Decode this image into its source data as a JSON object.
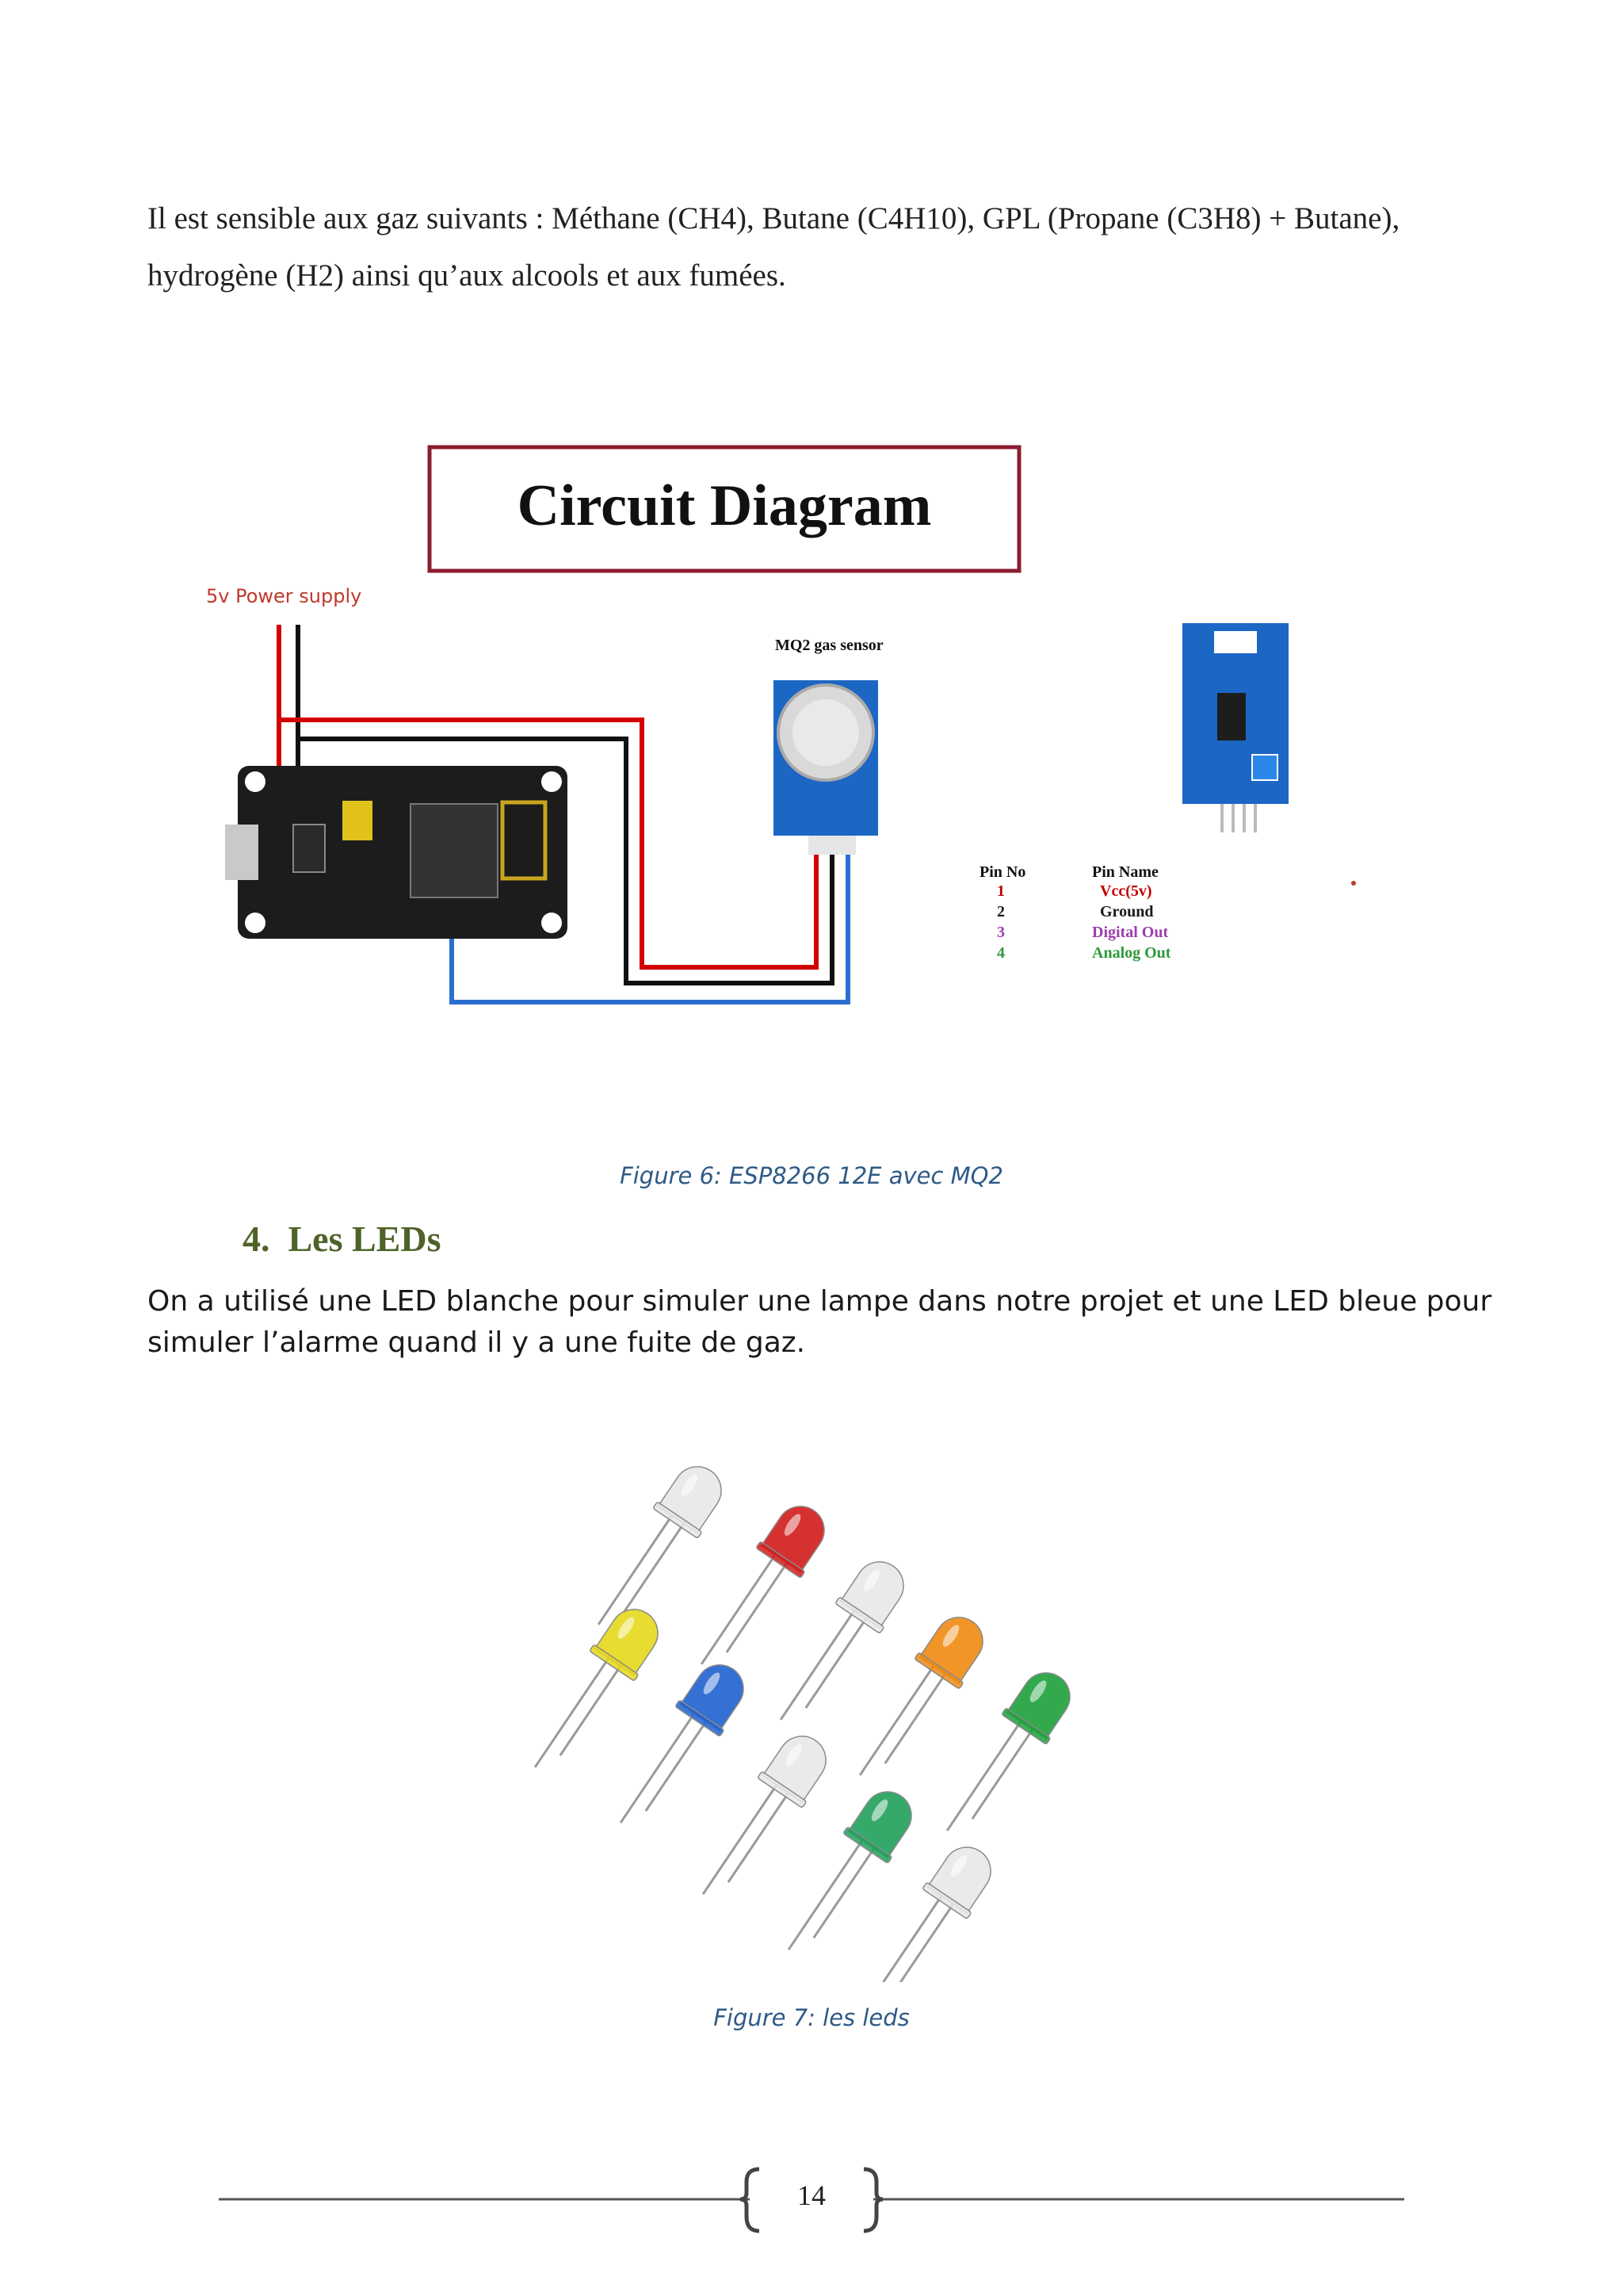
{
  "intro": {
    "line1": "Il est sensible aux gaz suivants : Méthane (CH4), Butane (C4H10), GPL (Propane (C3H8) + Butane),",
    "line2": "hydrogène (H2) ainsi qu’aux alcools et aux fumées."
  },
  "figure6": {
    "title": "Circuit Diagram",
    "power_label": "5v Power supply",
    "sensor_label": "MQ2 gas sensor",
    "pin_table": {
      "headers": [
        "Pin No",
        "Pin Name"
      ],
      "rows": [
        {
          "no": "1",
          "name": "Vcc(5v)",
          "color": "#c00000"
        },
        {
          "no": "2",
          "name": "Ground",
          "color": "#1a1a1a"
        },
        {
          "no": "3",
          "name": "Digital Out",
          "color": "#9b3fae"
        },
        {
          "no": "4",
          "name": "Analog Out",
          "color": "#2e9a3c"
        }
      ]
    },
    "caption": "Figure 6: ESP8266 12E avec MQ2"
  },
  "section": {
    "number": "4.",
    "title": "Les LEDs",
    "body_line1": "On a utilisé une LED blanche pour simuler une lampe dans notre projet et une LED bleue pour",
    "body_line2": "simuler l’alarme quand il y a une fuite de gaz."
  },
  "figure7": {
    "caption": "Figure 7: les leds",
    "leds": [
      {
        "color": "#e8e8ea"
      },
      {
        "color": "#d21b1b"
      },
      {
        "color": "#e8e8ea"
      },
      {
        "color": "#f08a12"
      },
      {
        "color": "#e6d81a"
      },
      {
        "color": "#1f62cf"
      },
      {
        "color": "#1ca03a"
      },
      {
        "color": "#e8e8ea"
      },
      {
        "color": "#1fa05a"
      },
      {
        "color": "#e8e8ea"
      }
    ]
  },
  "footer": {
    "page_number": "14"
  }
}
